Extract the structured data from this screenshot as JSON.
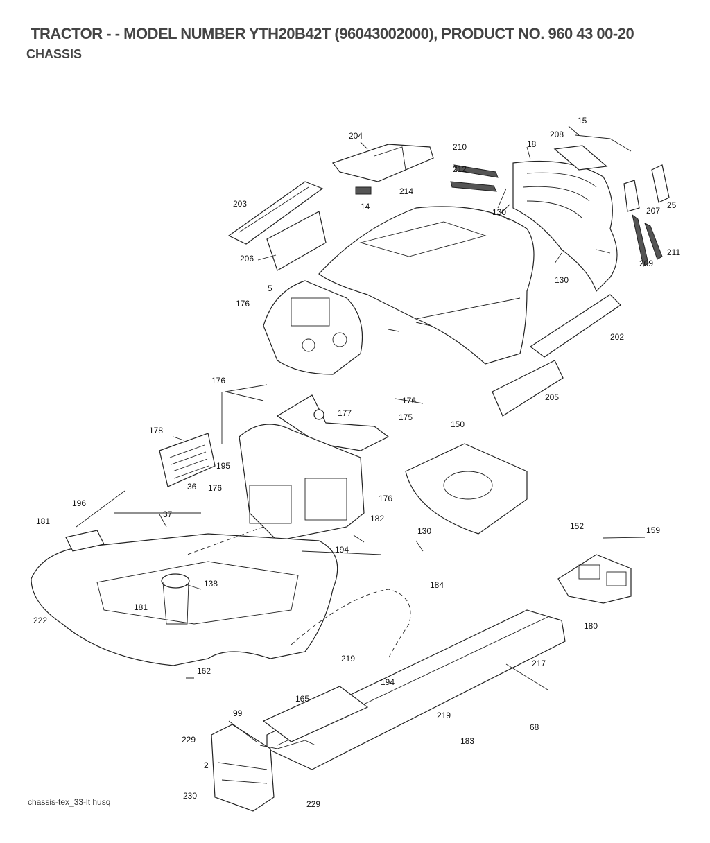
{
  "header": {
    "title": "TRACTOR - - MODEL NUMBER YTH20B42T (96043002000), PRODUCT NO. 960 43 00-20",
    "subtitle": "CHASSIS"
  },
  "footer": {
    "code": "chassis-tex_33-lt husq"
  },
  "callouts": [
    "15",
    "204",
    "210",
    "208",
    "18",
    "212",
    "214",
    "203",
    "14",
    "130",
    "25",
    "207",
    "206",
    "211",
    "209",
    "130",
    "5",
    "176",
    "202",
    "176",
    "176",
    "205",
    "177",
    "175",
    "150",
    "178",
    "195",
    "176",
    "176",
    "36",
    "182",
    "37",
    "196",
    "130",
    "159",
    "152",
    "181",
    "194",
    "138",
    "184",
    "181",
    "180",
    "222",
    "219",
    "217",
    "194",
    "162",
    "165",
    "219",
    "99",
    "183",
    "68",
    "229",
    "2",
    "230",
    "229"
  ]
}
